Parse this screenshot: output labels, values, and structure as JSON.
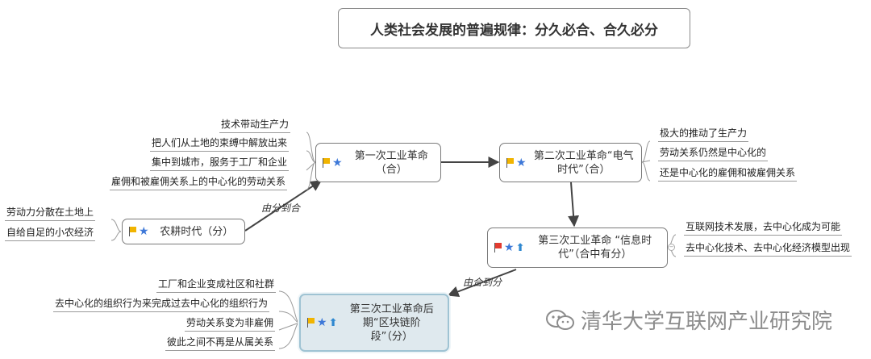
{
  "title": "人类社会发展的普遍规律：分久必合、合久必分",
  "nodes": {
    "agri": "农耕时代（分）",
    "ind1": "第一次工业革命（合）",
    "ind2": "第二次工业革命“电气时代”（合）",
    "ind3": "第三次工业革命 “信息时代”（合中有分）",
    "ind3b": "第三次工业革命后期“区块链阶段”（分）"
  },
  "leaves": {
    "agri": [
      "劳动力分散在土地上",
      "自给自足的小农经济"
    ],
    "ind1": [
      "技术带动生产力",
      "把人们从土地的束缚中解放出来",
      "集中到城市，服务于工厂和企业",
      "雇佣和被雇佣关系上的中心化的劳动关系"
    ],
    "ind2": [
      "极大的推动了生产力",
      "劳动关系仍然是中心化的",
      "还是中心化的雇佣和被雇佣关系"
    ],
    "ind3": [
      "互联网技术发展，去中心化成为可能",
      "去中心化技术、去中心化经济模型出现"
    ],
    "ind3b": [
      "工厂和企业变成社区和社群",
      "去中心化的组织行为来完成过去中心化的组织行为",
      "劳动关系变为非雇佣",
      "彼此之间不再是从属关系"
    ]
  },
  "connector_labels": {
    "divide_to_unite": "由分到合",
    "unite_to_divide": "由合到分"
  },
  "watermark": "清华大学互联网产业研究院",
  "colors": {
    "flag_yellow": "#f1b400",
    "flag_red": "#e33b2f",
    "star_blue": "#3d78d8",
    "arrow_blue": "#2f88d0",
    "selected_fill": "#dfe9ee"
  },
  "icons": [
    "flag-icon",
    "star-icon",
    "up-arrow-icon",
    "wechat-icon"
  ]
}
